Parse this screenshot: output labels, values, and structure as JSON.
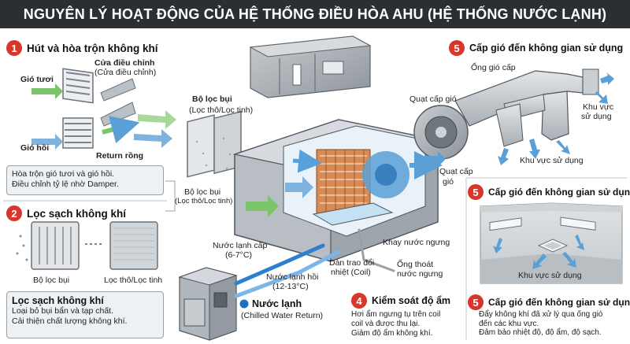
{
  "title": "NGUYÊN LÝ HOẠT ĐỘNG CỦA HỆ THỐNG ĐIỀU HÒA AHU (HỆ THỐNG NƯỚC LẠNH)",
  "steps": {
    "s1": {
      "num": "1",
      "title": "Hút và hòa trộn không khí"
    },
    "s2": {
      "num": "2",
      "title": "Lọc sạch không khí"
    },
    "s4": {
      "num": "4",
      "title": "Kiểm soát độ ẩm"
    },
    "s5a": {
      "num": "5",
      "title": "Cấp gió đến không gian sử dụng"
    },
    "s5b": {
      "num": "5",
      "title": "Cấp gió đến không gian sử dụng"
    },
    "s5c": {
      "num": "5",
      "title": "Cấp gió đến không gian sử dụng"
    }
  },
  "labels": {
    "fresh_air": "Gió tươi",
    "return_air": "Gió hồi",
    "damper_1": "Cửa điều chỉnh",
    "damper_2": "(Cửa điều chỉnh)",
    "return_grille": "Return rồng",
    "filter_title": "Bộ lọc bụi",
    "filter_sub": "(Lọc thô/Lọc tinh)",
    "filter2_title": "Bộ lọc bụi",
    "filter2_sub": "(Lọc thô/Lọc tinh)",
    "mix_1": "Hòa trộn gió tươi và gió hồi.",
    "mix_2": "Điều chỉnh tỷ lệ nhờ Damper.",
    "filter_a": "Bộ lọc bụi",
    "filter_b": "Lọc thô/Lọc tinh",
    "clean_title": "Lọc sạch không khí",
    "clean_1": "Loại bỏ bụi bẩn và tạp chất.",
    "clean_2": "Cải thiện chất lượng không khí.",
    "supply_duct": "Ống gió cấp",
    "supply_fan": "Quạt cấp gió",
    "supply_fan2_1": "Quạt cấp",
    "supply_fan2_2": "gió",
    "area_1": "Khu vực",
    "area_2": "sử dụng",
    "area_3": "Khu vực sử dụng",
    "area_room": "Khu vực sử dụng",
    "drain_pan": "Khay nước ngưng",
    "drain_pipe_1": "Ống thoát",
    "drain_pipe_2": "nước ngưng",
    "coil_1": "Dàn trao đổi",
    "coil_2": "nhiệt (Coil)",
    "chw_supply_1": "Nước lạnh cấp",
    "chw_supply_2": "(6-7°C)",
    "chw_return_1": "Nước lạnh hồi",
    "chw_return_2": "(12-13°C)",
    "chilled_water": "Nước lạnh",
    "chilled_water_sub": "(Chilled Water Return)",
    "humid_1": "Hơi ẩm ngưng tụ trên coil",
    "humid_2": "coil và được thu lại.",
    "humid_3": "Giảm độ ẩm không khí.",
    "supply_1": "Đẩy không khí đã xử lý qua ống gió",
    "supply_2": "đến các khu vực.",
    "supply_3": "Đảm bảo nhiệt độ, độ ẩm, độ sạch."
  },
  "colors": {
    "accent": "#d9362b",
    "title_bg": "#2b2f33",
    "cold_water": "#2f7fd0",
    "air": "#5aa0d6",
    "green_air": "#7cc46a"
  }
}
